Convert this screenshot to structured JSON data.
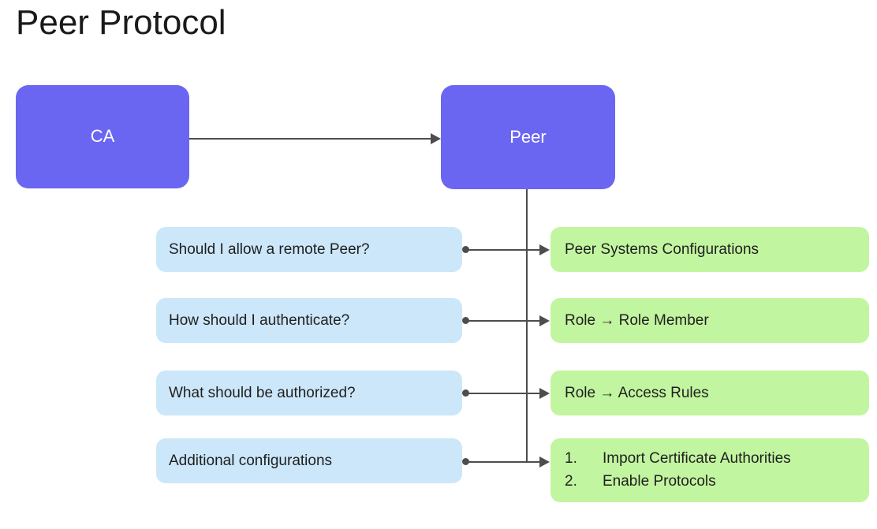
{
  "title": "Peer Protocol",
  "diagram": {
    "type": "flowchart",
    "nodes": {
      "ca": {
        "label": "CA",
        "color": "#6B66F2",
        "text_color": "#ffffff"
      },
      "peer": {
        "label": "Peer",
        "color": "#6B66F2",
        "text_color": "#ffffff"
      }
    },
    "question_color": "#CCE7FA",
    "answer_color": "#C2F5A0",
    "edge_color": "#4d4d4d",
    "rows": [
      {
        "question": "Should I allow a remote Peer?",
        "answer": "Peer Systems Configurations",
        "answer_items": []
      },
      {
        "question": "How should I authenticate?",
        "answer": "Role → Role Member",
        "answer_items": []
      },
      {
        "question": "What should be authorized?",
        "answer": "Role → Access Rules",
        "answer_items": []
      },
      {
        "question": "Additional configurations",
        "answer": "",
        "answer_items": [
          "Import Certificate Authorities",
          "Enable Protocols"
        ]
      }
    ]
  }
}
